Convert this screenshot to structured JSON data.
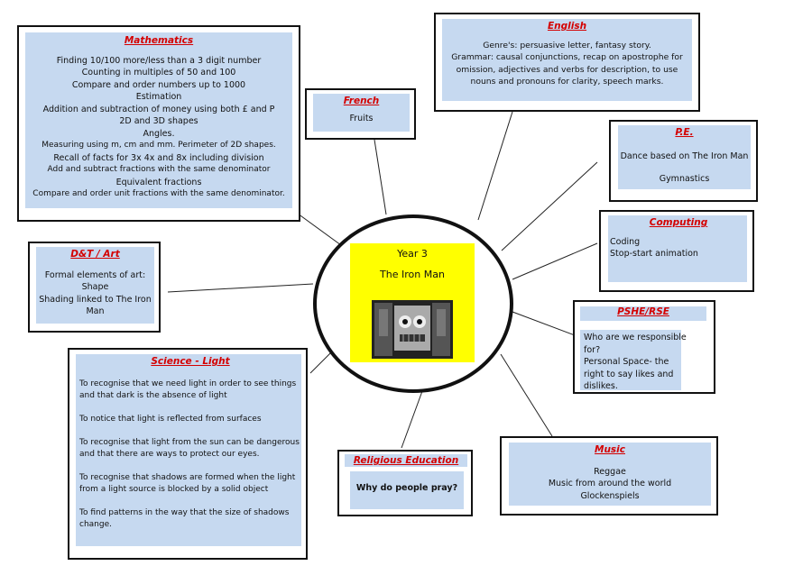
{
  "center": {
    "line1": "Year 3",
    "line2": "The Iron Man"
  },
  "maths": {
    "title": "Mathematics",
    "items": [
      "Finding 10/100 more/less than a 3 digit number",
      "Counting in multiples of 50 and 100",
      "Compare and order numbers up to 1000",
      "Estimation",
      "Addition and subtraction of money using both £ and P",
      "2D and 3D shapes",
      "Angles.",
      "Measuring using m, cm and mm. Perimeter of 2D shapes.",
      "Recall of facts for 3x 4x and 8x including division",
      "Add and subtract fractions with the same denominator",
      "Equivalent fractions",
      "Compare and order unit fractions with the same denominator."
    ]
  },
  "french": {
    "title": "French",
    "items": [
      "Fruits"
    ]
  },
  "english": {
    "title": "English",
    "items": [
      "Genre's: persuasive letter, fantasy story.",
      "Grammar: causal conjunctions, recap on apostrophe for",
      "omission, adjectives and verbs for description, to use",
      "nouns and pronouns for clarity, speech marks."
    ]
  },
  "pe": {
    "title": "P.E.",
    "items": [
      "Dance based on The Iron Man",
      "Gymnastics"
    ]
  },
  "computing": {
    "title": "Computing",
    "items": [
      "Coding",
      "Stop-start animation"
    ]
  },
  "pshe": {
    "title": "PSHE/RSE",
    "items": [
      "Who are we responsible",
      "for?",
      "Personal Space- the",
      "right to say likes and",
      "dislikes."
    ]
  },
  "dt": {
    "title": "D&T / Art",
    "items": [
      "Formal elements of art:",
      "Shape",
      "Shading linked to The Iron",
      "Man"
    ]
  },
  "science": {
    "title": "Science - Light",
    "paras": [
      [
        "To recognise that we need light in order to see things",
        "and that dark is the absence of light"
      ],
      [
        "To notice that light is reflected from surfaces"
      ],
      [
        "To recognise that light from the sun can be dangerous",
        "and that there are ways to protect our eyes."
      ],
      [
        "To recognise that shadows are formed when the light",
        "from a light source is blocked by a solid object"
      ],
      [
        "To find patterns in the way that the size of shadows",
        "change."
      ]
    ]
  },
  "re": {
    "title": "Religious Education",
    "items": [
      "Why do people pray?"
    ]
  },
  "music": {
    "title": "Music",
    "items": [
      "Reggae",
      "Music from around the world",
      "Glockenspiels"
    ]
  }
}
